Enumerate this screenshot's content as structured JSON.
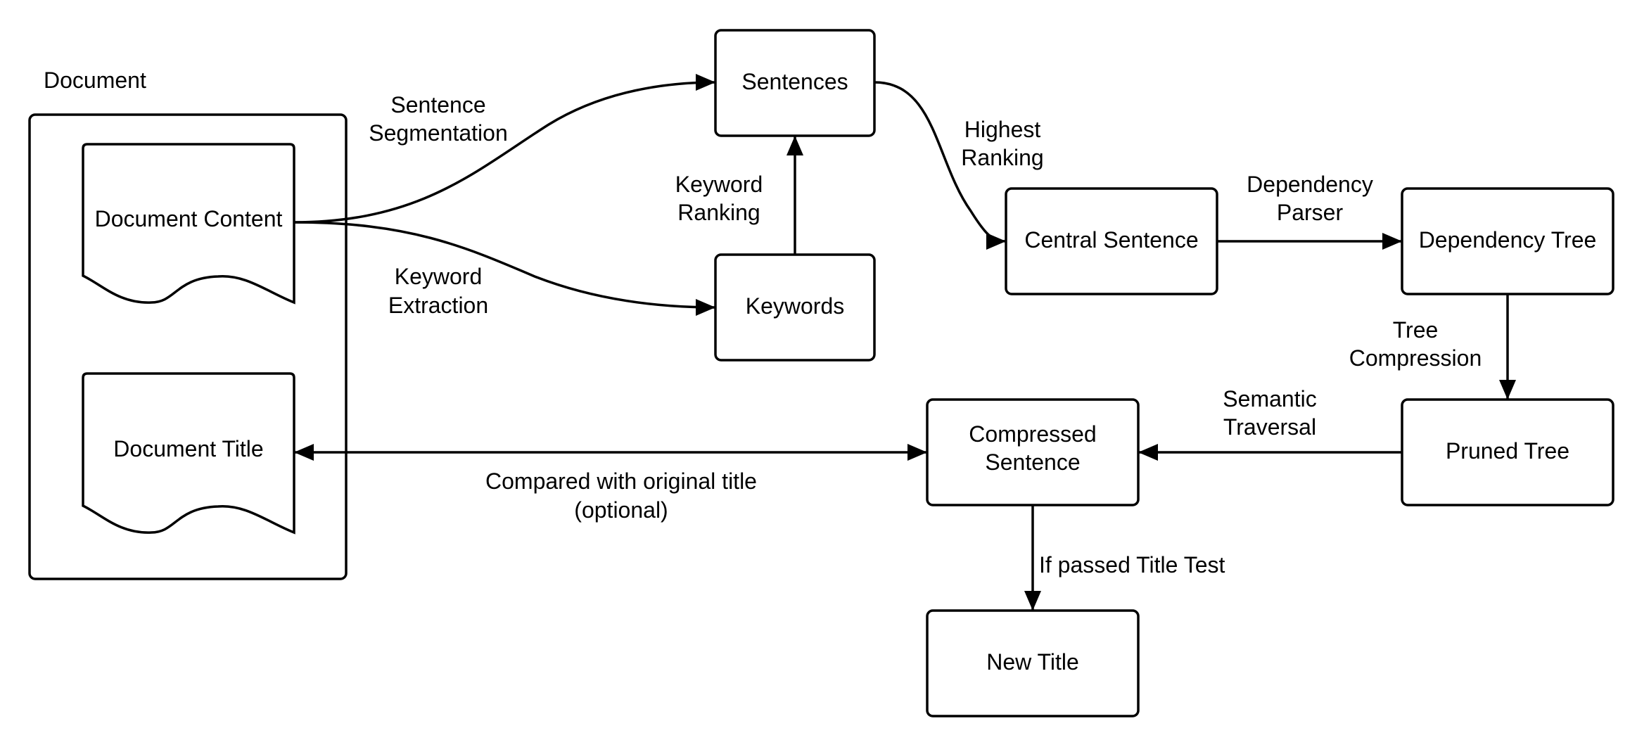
{
  "container": {
    "label": "Document"
  },
  "nodes": {
    "document_content": "Document Content",
    "document_title": "Document Title",
    "sentences": "Sentences",
    "keywords": "Keywords",
    "central_sentence": "Central Sentence",
    "dependency_tree": "Dependency Tree",
    "pruned_tree": "Pruned Tree",
    "compressed_sentence": [
      "Compressed",
      "Sentence"
    ],
    "new_title": "New Title"
  },
  "edges": {
    "sentence_segmentation": [
      "Sentence",
      "Segmentation"
    ],
    "keyword_extraction": [
      "Keyword",
      "Extraction"
    ],
    "keyword_ranking": [
      "Keyword",
      "Ranking"
    ],
    "highest_ranking": [
      "Highest",
      "Ranking"
    ],
    "dependency_parser": [
      "Dependency",
      "Parser"
    ],
    "tree_compression": [
      "Tree",
      "Compression"
    ],
    "semantic_traversal": [
      "Semantic",
      "Traversal"
    ],
    "compared_with_title": [
      "Compared with original title",
      "(optional)"
    ],
    "title_test": "If passed Title Test"
  }
}
